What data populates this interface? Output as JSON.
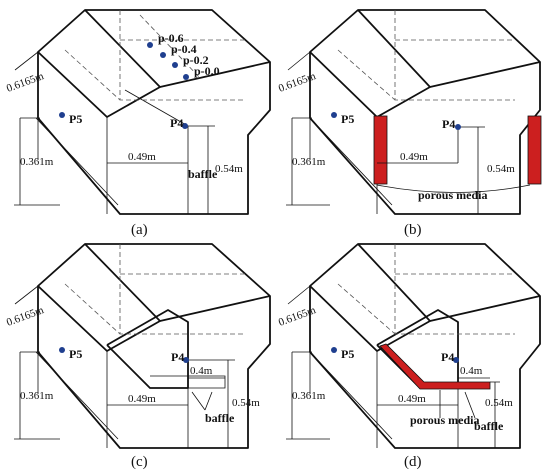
{
  "colors": {
    "line": "#111111",
    "probe": "#1f3f8f",
    "porous": "#cc1f1f"
  },
  "panels": [
    {
      "caption": "(a)",
      "dim_width": "0.6165m",
      "dim_height": "0.361m",
      "dim_span": "0.49m",
      "dim_baffle_h": "0.54m",
      "p5": "P5",
      "p4": "P4",
      "baffle": "baffle",
      "p_labels": [
        "p-0.6",
        "p-0.4",
        "p-0.2",
        "p-0.0"
      ]
    },
    {
      "caption": "(b)",
      "dim_width": "0.6165m",
      "dim_height": "0.361m",
      "dim_span": "0.49m",
      "dim_baffle_h": "0.54m",
      "p5": "P5",
      "p4": "P4",
      "porous": "porous media"
    },
    {
      "caption": "(c)",
      "dim_width": "0.6165m",
      "dim_height": "0.361m",
      "dim_span": "0.49m",
      "dim_baffle_h": "0.54m",
      "dim_plate": "0.4m",
      "p5": "P5",
      "p4": "P4",
      "baffle": "baffle"
    },
    {
      "caption": "(d)",
      "dim_width": "0.6165m",
      "dim_height": "0.361m",
      "dim_span": "0.49m",
      "dim_baffle_h": "0.54m",
      "dim_plate": "0.4m",
      "p5": "P5",
      "p4": "P4",
      "baffle": "baffle",
      "porous": "porous media"
    }
  ]
}
